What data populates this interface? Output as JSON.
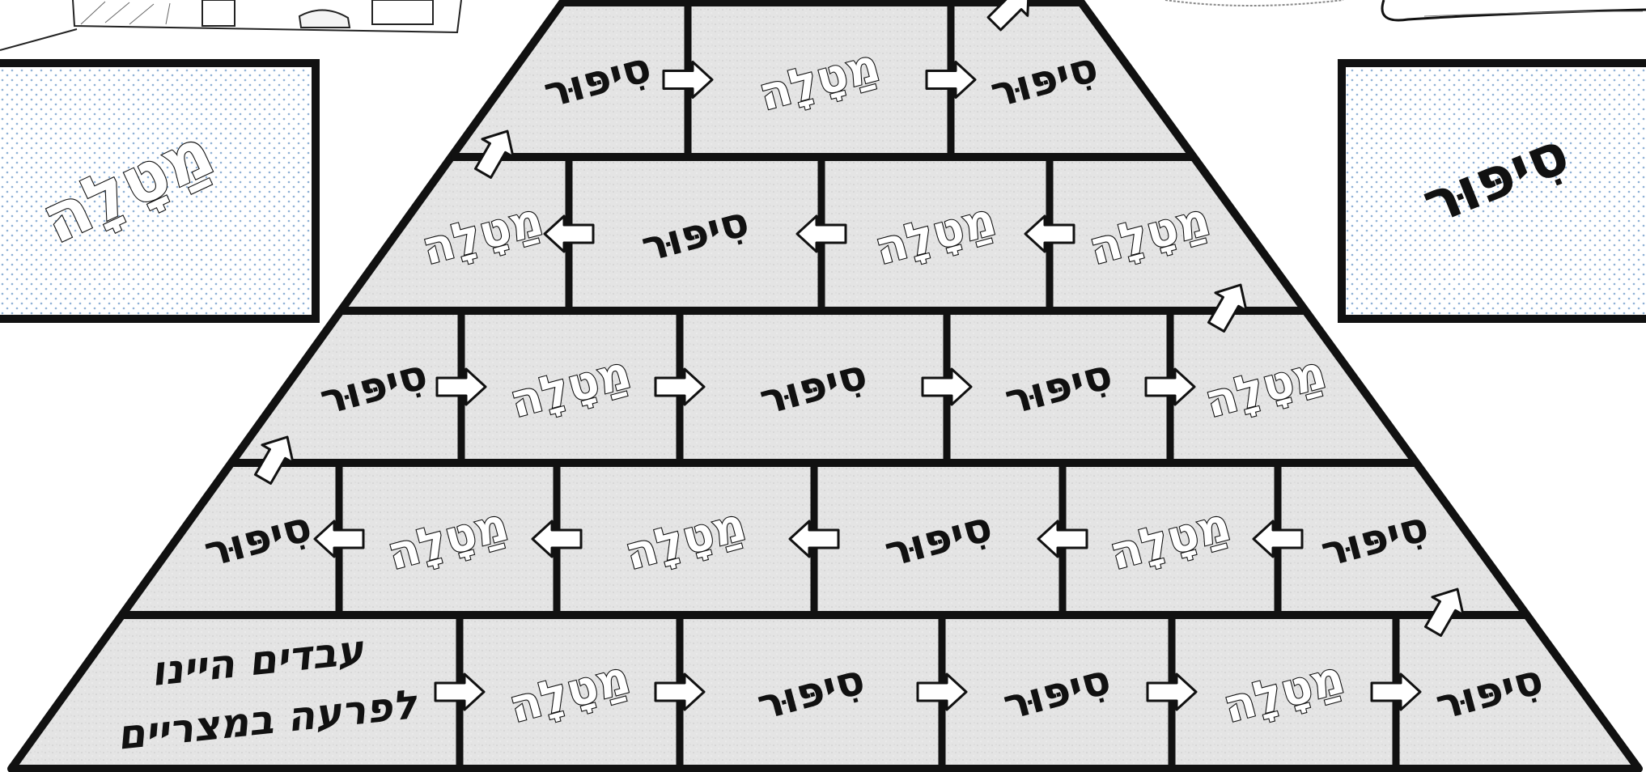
{
  "game": {
    "start_lines": [
      "עבדים היינו",
      "לפרעה במצריים"
    ],
    "side_left_word": "מַטָלָה",
    "side_right_word": "סִיפּוּר",
    "rows": [
      {
        "cells": [
          "מַטָלָה",
          "סִיפּוּר",
          "סִיפּוּר",
          "מַטָלָה",
          "סִיפּוּר"
        ]
      },
      {
        "cells": [
          "סִיפּוּר",
          "מַטָלָה",
          "מַטָלָה",
          "סִיפּוּר",
          "מַטָלָה",
          "סִיפּוּר"
        ]
      },
      {
        "cells": [
          "סִיפּוּר",
          "מַטָלָה",
          "סִיפּוּר",
          "סִיפּוּר",
          "מַטָלָה"
        ]
      },
      {
        "cells": [
          "מַטָלָה",
          "סִיפּוּר",
          "מַטָלָה",
          "מַטָלָה"
        ]
      },
      {
        "cells": [
          "סִיפּוּר",
          "מַטָלָה",
          "סִיפּוּר"
        ]
      }
    ]
  }
}
